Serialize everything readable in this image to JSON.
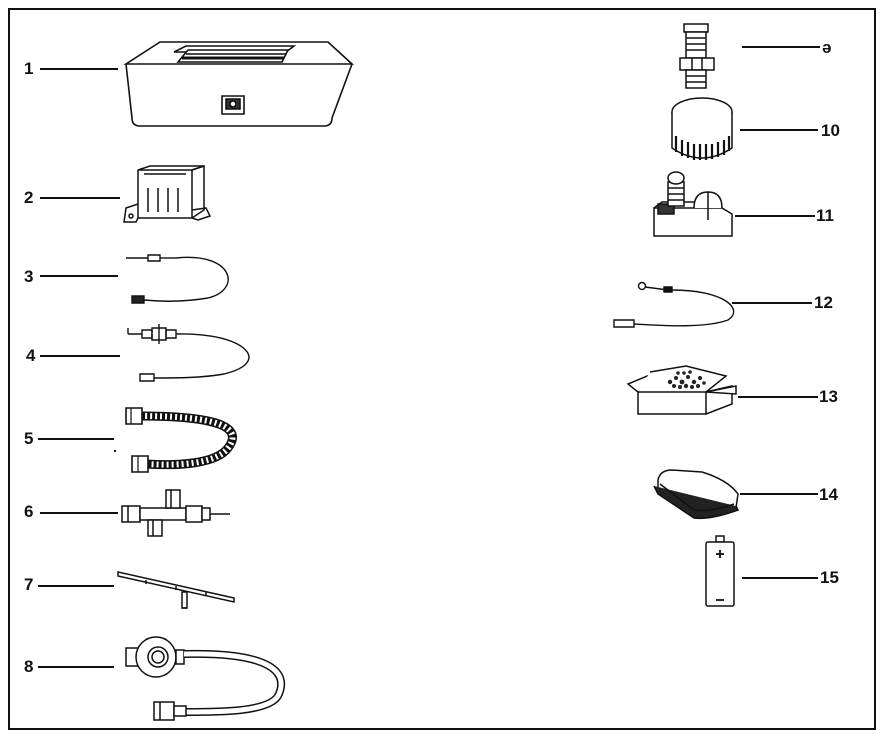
{
  "parts": [
    {
      "number": "1",
      "name": "fire-pit-table"
    },
    {
      "number": "2",
      "name": "burner-bracket"
    },
    {
      "number": "3",
      "name": "thermocouple"
    },
    {
      "number": "4",
      "name": "igniter-electrode-wire"
    },
    {
      "number": "5",
      "name": "corrugated-gas-hose"
    },
    {
      "number": "6",
      "name": "gas-valve"
    },
    {
      "number": "7",
      "name": "burner-tube"
    },
    {
      "number": "8",
      "name": "regulator-hose-assembly"
    },
    {
      "number": "ə",
      "name": "hose-fitting"
    },
    {
      "number": "10",
      "name": "control-knob"
    },
    {
      "number": "11",
      "name": "push-button-igniter"
    },
    {
      "number": "12",
      "name": "ground-wire"
    },
    {
      "number": "13",
      "name": "lava-rock-box"
    },
    {
      "number": "14",
      "name": "protective-cover"
    },
    {
      "number": "15",
      "name": "aa-battery"
    }
  ]
}
